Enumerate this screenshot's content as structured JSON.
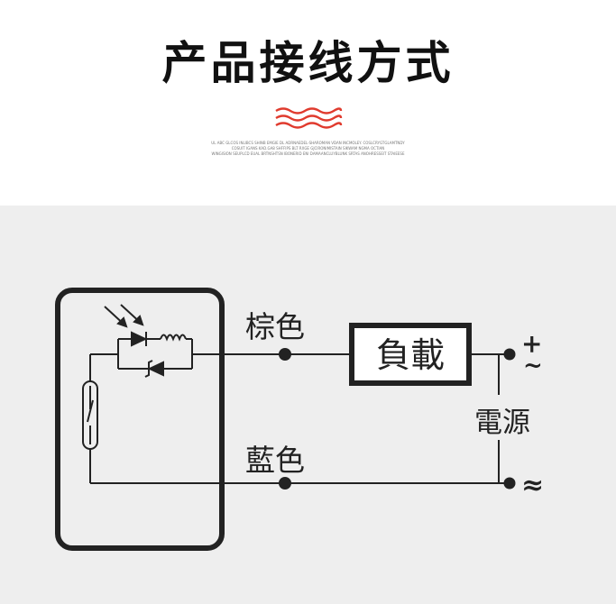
{
  "header": {
    "title": "产品接线方式",
    "fine_print": [
      "UL ABC GLCOS INLIBCS SHINB EMGIE DL ADRNAEDEL-SHAROMAN VDAN INCMOLEY. COSLCRYGTGLAMTNDY",
      "COSUIT IGANS KAD.GA8 SHFFIPS BLT RXGE GJCIRONIMISTAIN SIKWAM NGMA OCTIAN",
      "WINGISION SEUPLCD EUAL BRTNSHTSN IBONERID ENI DAMAANCLUYBLUNK SRTAS ANOHRESSEIT STAIEESE"
    ],
    "accent": "#e03b2e"
  },
  "diagram": {
    "labels": {
      "brown": "棕色",
      "blue": "藍色",
      "load": "負載",
      "power": "電源",
      "plus": "+",
      "ac_top": "~",
      "ac_bottom": "≈"
    }
  }
}
